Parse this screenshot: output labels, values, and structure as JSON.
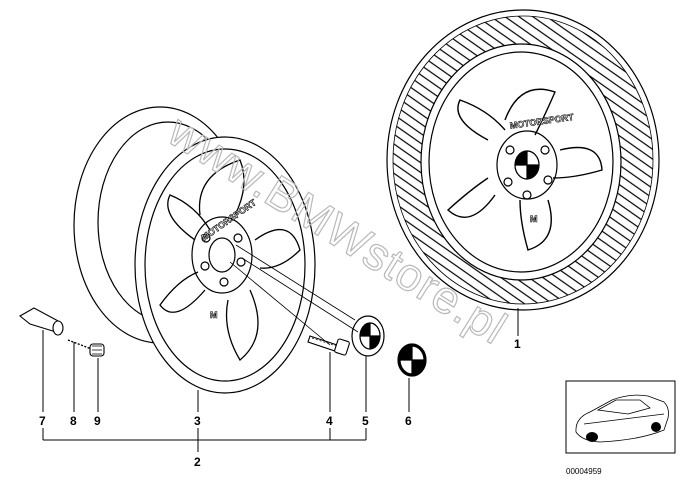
{
  "watermark": "www.BMWstore.pl",
  "wheel_emblem": {
    "top": "MOTORSPORT",
    "bottom": "M"
  },
  "callouts": {
    "c1": "1",
    "c2": "2",
    "c3": "3",
    "c4": "4",
    "c5": "5",
    "c6": "6",
    "c7": "7",
    "c8": "8",
    "c9": "9"
  },
  "thumbnail": {
    "code": "00004959"
  }
}
